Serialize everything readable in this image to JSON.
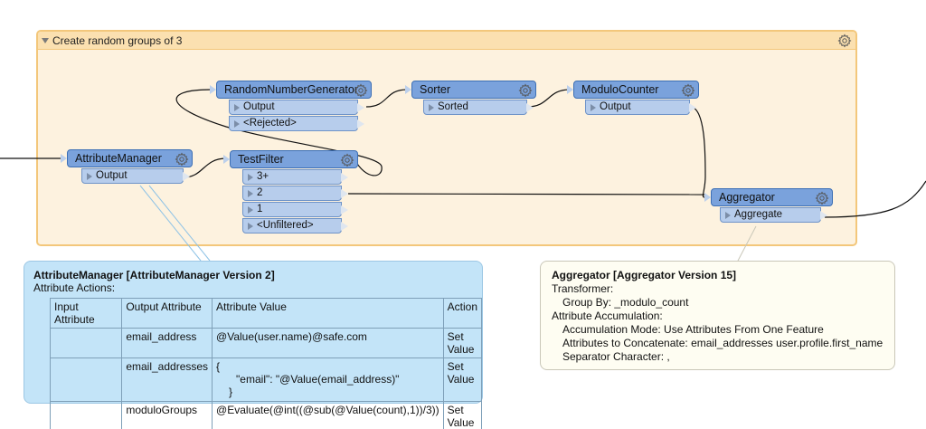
{
  "bookmark": {
    "title": "Create random groups of 3"
  },
  "transformers": {
    "attribute_manager": {
      "name": "AttributeManager",
      "ports": [
        "Output"
      ]
    },
    "random_number_generator": {
      "name": "RandomNumberGenerator",
      "ports": [
        "Output",
        "<Rejected>"
      ]
    },
    "sorter": {
      "name": "Sorter",
      "ports": [
        "Sorted"
      ]
    },
    "modulo_counter": {
      "name": "ModuloCounter",
      "ports": [
        "Output"
      ]
    },
    "test_filter": {
      "name": "TestFilter",
      "ports": [
        "3+",
        "2",
        "1",
        "<Unfiltered>"
      ]
    },
    "aggregator": {
      "name": "Aggregator",
      "ports": [
        "Aggregate"
      ]
    }
  },
  "annotation_attribute_manager": {
    "title": "AttributeManager [AttributeManager Version 2]",
    "subtitle": "Attribute Actions:",
    "columns": [
      "Input Attribute",
      "Output Attribute",
      "Attribute Value",
      "Action"
    ],
    "rows": [
      {
        "input": "",
        "output": "email_address",
        "value": "@Value(user.name)@safe.com",
        "action": "Set Value"
      },
      {
        "input": "",
        "output": "email_addresses",
        "value_lines": [
          "{",
          "\"email\": \"@Value(email_address)\"",
          "}"
        ],
        "action": "Set Value"
      },
      {
        "input": "",
        "output": "moduloGroups",
        "value": "@Evaluate(@int((@sub(@Value(count),1))/3))",
        "action": "Set Value"
      }
    ]
  },
  "annotation_aggregator": {
    "title": "Aggregator [Aggregator Version 15]",
    "lines": [
      "Transformer:",
      "Group By: _modulo_count",
      "Attribute Accumulation:",
      "Accumulation Mode: Use Attributes From One Feature",
      "Attributes to Concatenate: email_addresses user.profile.first_name",
      "Separator Character: ,"
    ]
  },
  "colors": {
    "bookmark_fill": "#fdf2df",
    "bookmark_border": "#f3c77b",
    "transformer_head": "#7aa2dc",
    "port_fill": "#b7cdec",
    "annotation_blue": "#c3e4f8",
    "annotation_cream": "#fefdf2",
    "wire": "#111111"
  },
  "icons": {
    "settings": "gear-icon",
    "collapse": "triangle-down-icon"
  }
}
